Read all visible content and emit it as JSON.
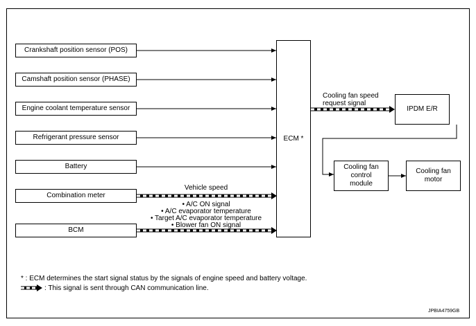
{
  "inputs": {
    "pos": "Crankshaft position sensor (POS)",
    "phase": "Camshaft position sensor (PHASE)",
    "ect": "Engine coolant temperature sensor",
    "refrigerant": "Refrigerant pressure sensor",
    "battery": "Battery",
    "combination_meter": "Combination meter",
    "bcm": "BCM"
  },
  "ecm": "ECM *",
  "ipdm": "IPDM E/R",
  "cooling_fan_control_module": "Cooling fan control module",
  "cooling_fan_motor": "Cooling fan motor",
  "signals": {
    "vehicle_speed": "Vehicle speed",
    "bcm_signals": [
      "• A/C ON signal",
      "• A/C evaporator temperature",
      "• Target A/C evaporator temperature",
      "• Blower fan ON signal"
    ],
    "fan_request_line1": "Cooling fan speed",
    "fan_request_line2": "request signal"
  },
  "notes": {
    "asterisk": "* : ECM determines the start signal status by the signals of engine speed and battery voltage.",
    "can": ": This signal is sent through CAN communication line."
  },
  "figure_id": "JPBIA4759GB"
}
